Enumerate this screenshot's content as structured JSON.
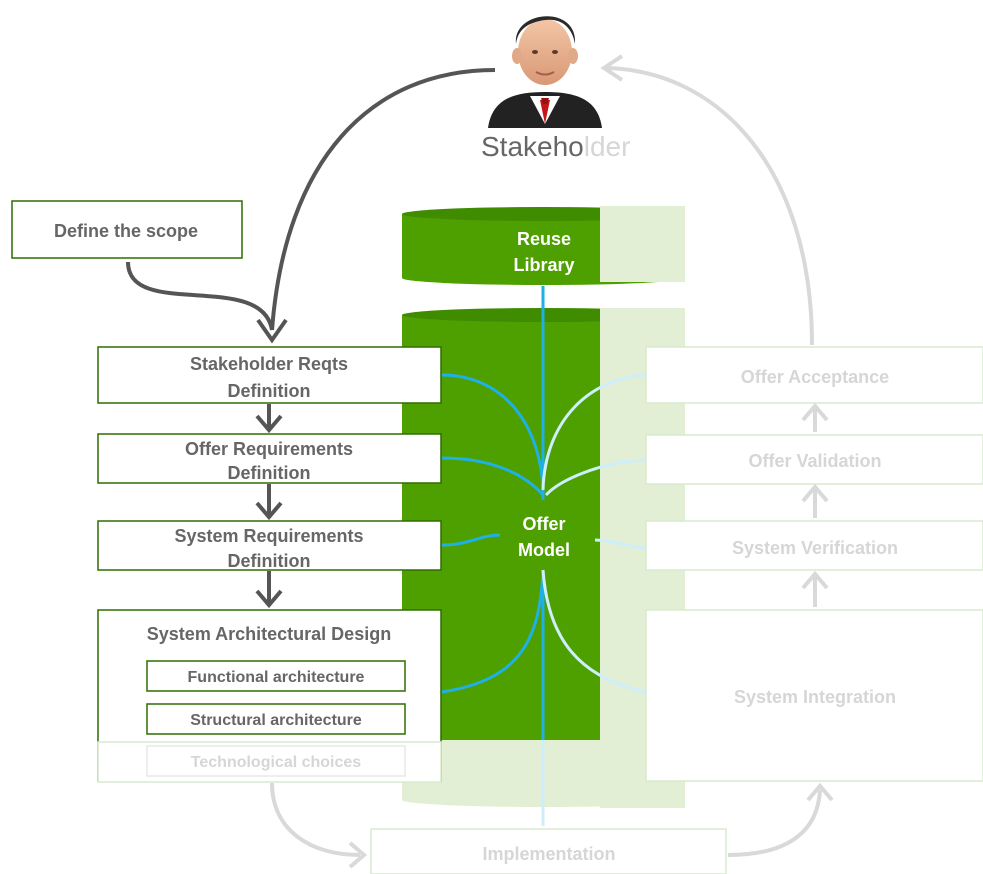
{
  "stakeholder": {
    "prefix": "Stakeho",
    "suffix": "lder"
  },
  "scope_box": {
    "label": "Define the scope"
  },
  "reuse_library": {
    "line1": "Reuse",
    "line2": "Library"
  },
  "offer_model": {
    "line1": "Offer",
    "line2": "Model"
  },
  "left_boxes": [
    {
      "line1": "Stakeholder Reqts",
      "line2": "Definition"
    },
    {
      "line1": "Offer Requirements",
      "line2": "Definition"
    },
    {
      "line1": "System Requirements",
      "line2": "Definition"
    }
  ],
  "architecture": {
    "title": "System Architectural Design",
    "items": [
      "Functional architecture",
      "Structural architecture",
      "Technological choices"
    ]
  },
  "right_boxes": [
    "Offer Acceptance",
    "Offer Validation",
    "System Verification",
    "System Integration"
  ],
  "implementation": {
    "label": "Implementation"
  },
  "colors": {
    "green": "#4ea000",
    "dark_green": "#2f7a00",
    "pale_green": "#e2efd4",
    "box_border": "#2e6e00",
    "text_gray": "#666666",
    "faded_text": "#d6d6d6",
    "faded_border": "#d8ebcf",
    "arrow_dark": "#555555",
    "arrow_light": "#d9d9d9",
    "cyan": "#1fb0e6"
  }
}
